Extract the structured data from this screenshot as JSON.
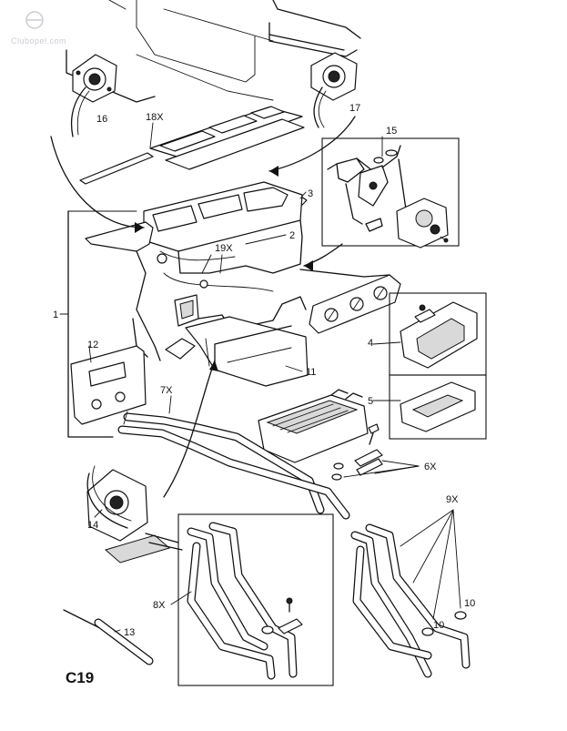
{
  "watermark": "Clubopel.com",
  "diagram_code": "C19",
  "labels": {
    "l1": "1",
    "l2": "2",
    "l3": "3",
    "l4": "4",
    "l5": "5",
    "l6": "6X",
    "l7": "7X",
    "l8": "8X",
    "l9": "9X",
    "l10a": "10",
    "l10b": "10",
    "l11": "11",
    "l12": "12",
    "l13": "13",
    "l14": "14",
    "l15": "15",
    "l16": "16",
    "l17": "17",
    "l18": "18X",
    "l19": "19X"
  }
}
